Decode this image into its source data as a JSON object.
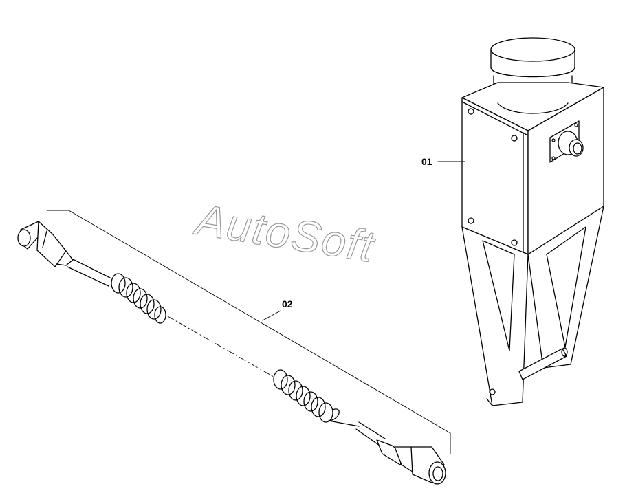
{
  "diagram": {
    "callouts": [
      {
        "id": "01",
        "label": "01"
      },
      {
        "id": "02",
        "label": "02"
      }
    ],
    "watermark": "AutoSoft",
    "colors": {
      "line": "#000000",
      "watermark_stroke": "#9a9a9a",
      "background": "#ffffff"
    }
  }
}
